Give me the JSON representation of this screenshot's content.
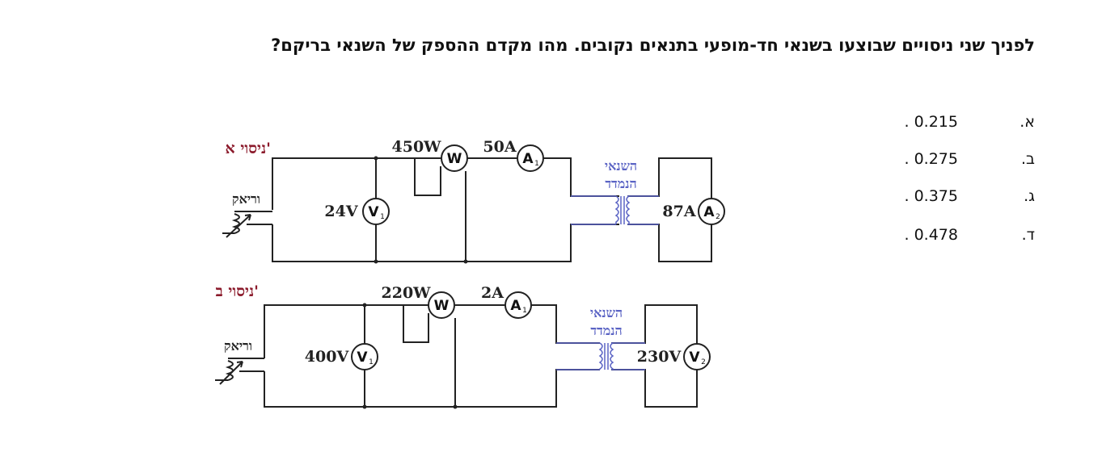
{
  "question": "לפניך שני ניסויים שבוצעו בשנאי חד-מופעי בתנאים נקובים. מהו מקדם ההספק של השנאי בריקם?",
  "options": [
    {
      "letter": "א.",
      "value": ". 0.215"
    },
    {
      "letter": "ב.",
      "value": ". 0.275"
    },
    {
      "letter": "ג.",
      "value": ". 0.375"
    },
    {
      "letter": "ד.",
      "value": ". 0.478"
    }
  ],
  "diagram": {
    "exp_a": {
      "title": "ניסוי א'",
      "variac": "וריאק",
      "wattmeter_reading": "450W",
      "ammeter1_reading": "50A",
      "voltmeter1_reading": "24V",
      "ammeter2_reading": "87A",
      "transformer_line1": "השנאי",
      "transformer_line2": "הנמדד",
      "meters": {
        "w": "W",
        "a1": "A",
        "a1_sub": "1",
        "v1": "V",
        "v1_sub": "1",
        "a2": "A",
        "a2_sub": "2"
      }
    },
    "exp_b": {
      "title": "ניסוי ב'",
      "variac": "וריאק",
      "wattmeter_reading": "220W",
      "ammeter1_reading": "2A",
      "voltmeter1_reading": "400V",
      "voltmeter2_reading": "230V",
      "transformer_line1": "השנאי",
      "transformer_line2": "הנמדד",
      "meters": {
        "w": "W",
        "a1": "A",
        "a1_sub": "1",
        "v1": "V",
        "v1_sub": "1",
        "v2": "V",
        "v2_sub": "2"
      }
    }
  }
}
